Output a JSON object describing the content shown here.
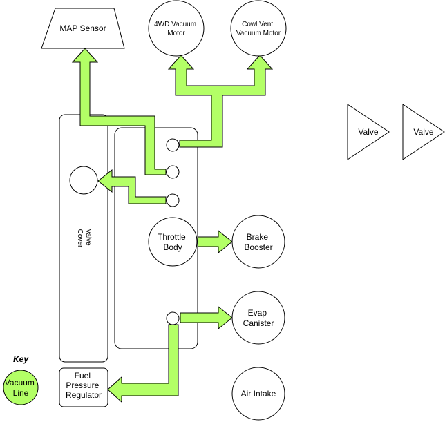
{
  "diagram": {
    "nodes": {
      "map_sensor": "MAP Sensor",
      "vacuum_motor_4wd": [
        "4WD Vacuum",
        "Motor"
      ],
      "cowl_vent_motor": [
        "Cowl Vent",
        "Vacuum Motor"
      ],
      "valve_1": "Valve",
      "valve_2": "Valve",
      "valve_cover": [
        "Valve",
        "Cover"
      ],
      "throttle_body": [
        "Throttle",
        "Body"
      ],
      "brake_booster": [
        "Brake",
        "Booster"
      ],
      "evap_canister": [
        "Evap",
        "Canister"
      ],
      "fuel_pressure_regulator": [
        "Fuel",
        "Pressure",
        "Regulator"
      ],
      "air_intake": "Air Intake"
    },
    "key": {
      "title": "Key",
      "vacuum_line": [
        "Vacuum",
        "Line"
      ]
    },
    "colors": {
      "vacuum_line": "#b3ff66",
      "stroke": "#000000",
      "background": "#ffffff"
    }
  }
}
